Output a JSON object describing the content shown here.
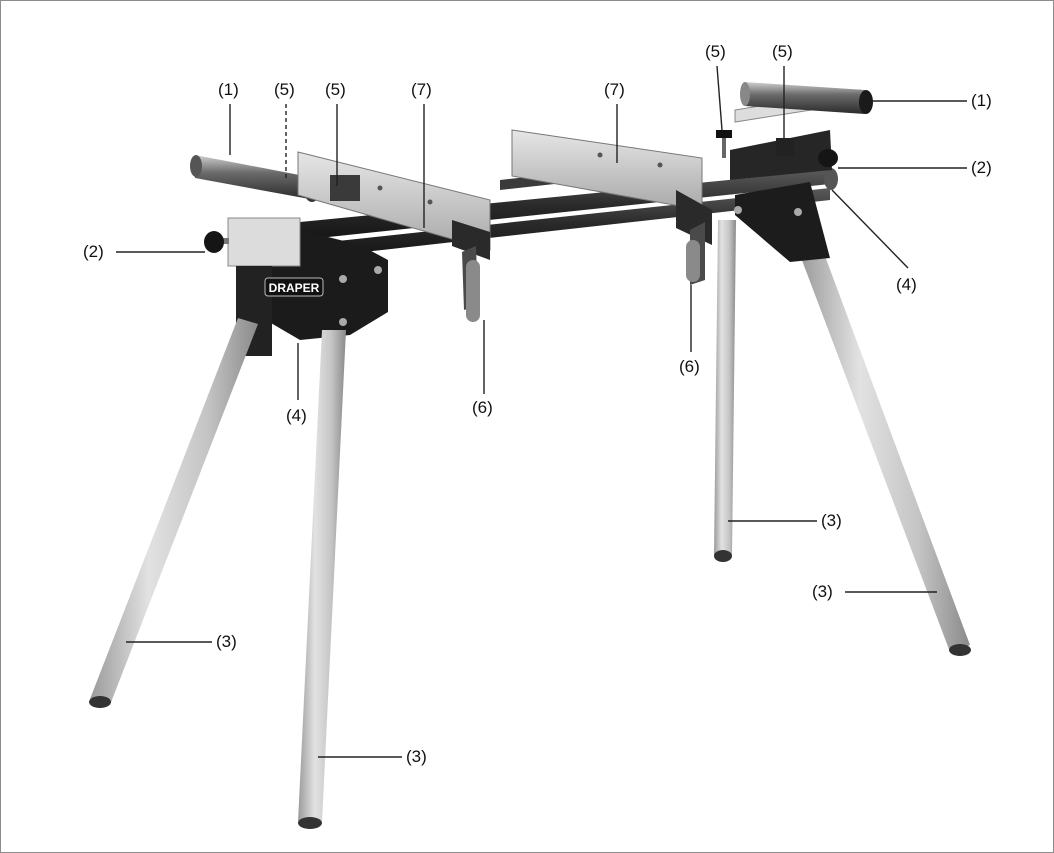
{
  "figure": {
    "brand_text": "DRAPER",
    "callouts": {
      "roller_left": "(1)",
      "roller_right": "(1)",
      "knob_left": "(2)",
      "knob_right": "(2)",
      "leg_front_left": "(3)",
      "leg_front_center": "(3)",
      "leg_back_right": "(3)",
      "leg_front_right": "(3)",
      "bracket_left": "(4)",
      "bracket_right": "(4)",
      "stop_left_dashed": "(5)",
      "stop_left": "(5)",
      "stop_right_a": "(5)",
      "stop_right_b": "(5)",
      "lever_left": "(6)",
      "lever_right": "(6)",
      "mount_left": "(7)",
      "mount_right": "(7)"
    }
  }
}
